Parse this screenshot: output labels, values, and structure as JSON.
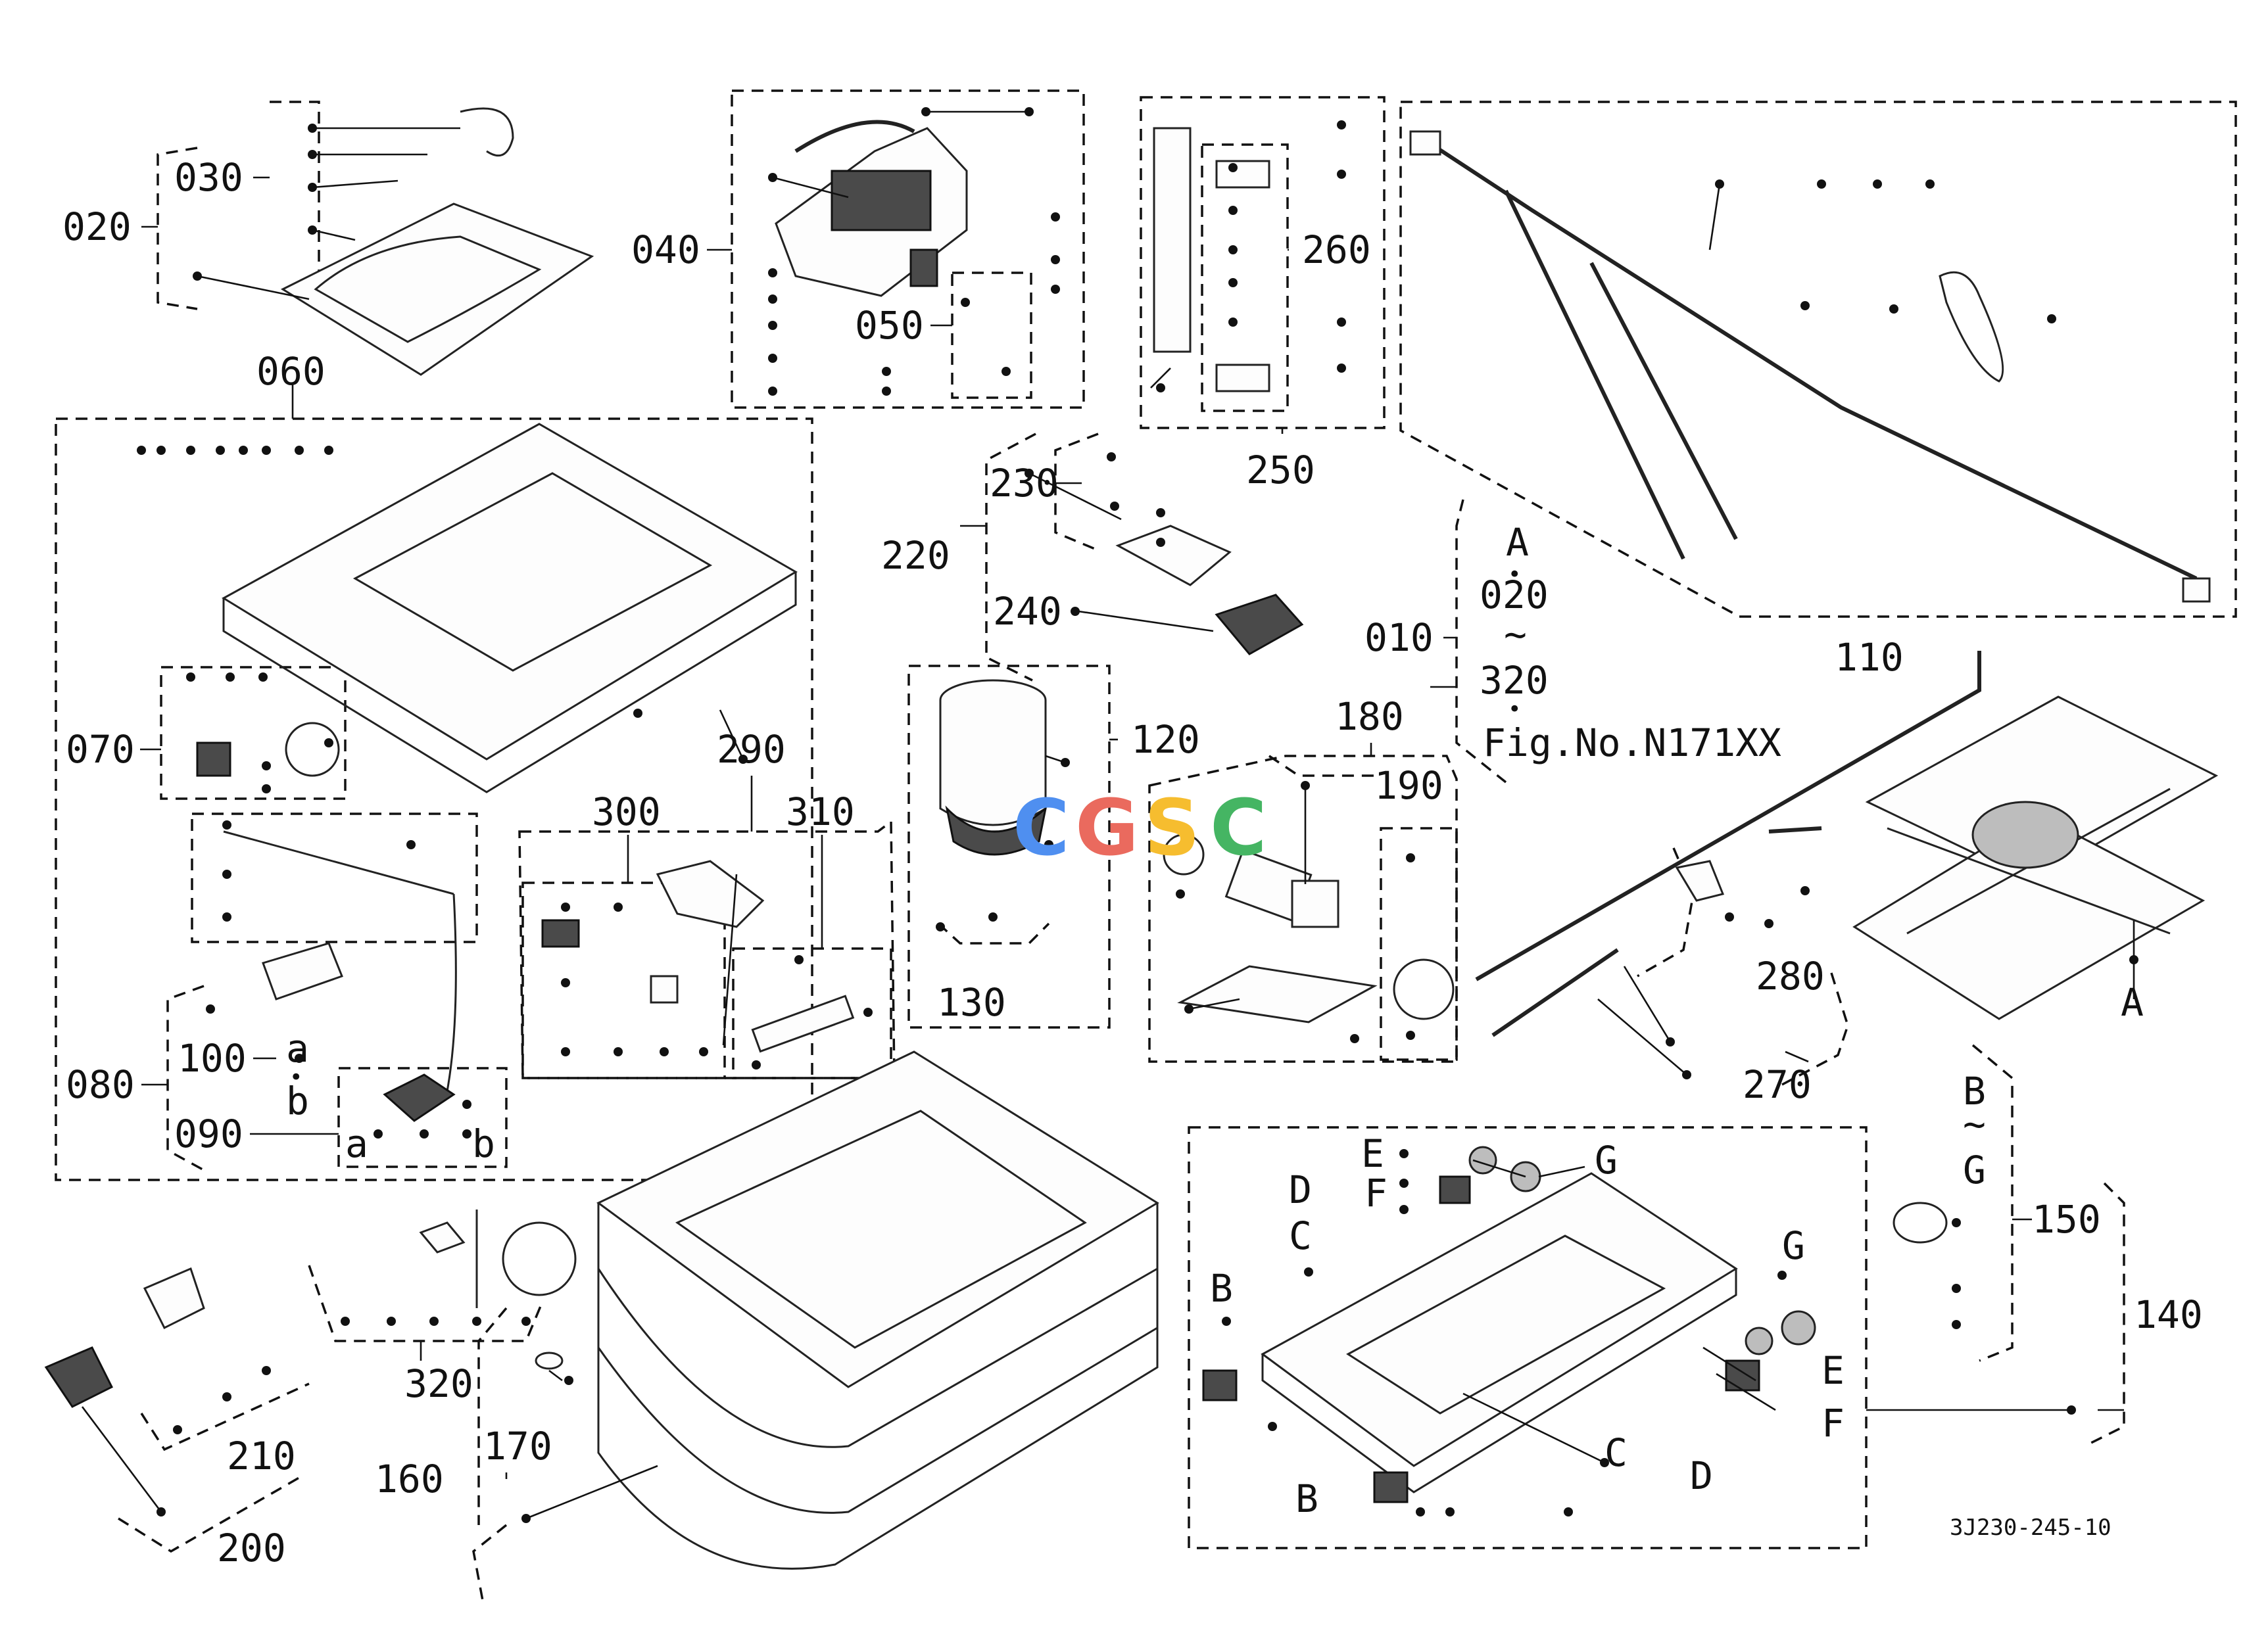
{
  "labels": {
    "p010": "010",
    "p020": "020",
    "p030": "030",
    "p040": "040",
    "p050": "050",
    "p060": "060",
    "p070": "070",
    "p080": "080",
    "p090": "090",
    "p100": "100",
    "p110": "110",
    "p120": "120",
    "p130": "130",
    "p140": "140",
    "p150": "150",
    "p160": "160",
    "p170": "170",
    "p180": "180",
    "p190": "190",
    "p200": "200",
    "p210": "210",
    "p220": "220",
    "p230": "230",
    "p240": "240",
    "p250": "250",
    "p260": "260",
    "p270": "270",
    "p280": "280",
    "p290": "290",
    "p300": "300",
    "p310": "310",
    "p320": "320"
  },
  "ref_010": {
    "a": "A",
    "dot1": "•",
    "from": "020",
    "tilde": "~",
    "to": "320",
    "dot2": "•",
    "fig": "Fig.No.N171XX"
  },
  "ref_150": {
    "b": "B",
    "tilde": "~",
    "g": "G"
  },
  "letters": {
    "a_main": "A",
    "a100": "a",
    "b100": "b",
    "a090": "a",
    "b090": "b",
    "b_top": "B",
    "b_bottom": "B",
    "c_top": "C",
    "c_bottom": "C",
    "d_top": "D",
    "d_bottom": "D",
    "e_top": "E",
    "e_right": "E",
    "f_top": "F",
    "f_right": "F",
    "g_top": "G",
    "g_right": "G",
    "dot": "•"
  },
  "drawing_no": "3J230-245-10",
  "watermark": {
    "c1": "C",
    "g": "G",
    "s": "S",
    "c2": "C",
    "colors": {
      "c1": "#4f8ff0",
      "g": "#ea6a5e",
      "s": "#f6bd2f",
      "c2": "#45b563"
    }
  },
  "line_color": "#111111"
}
